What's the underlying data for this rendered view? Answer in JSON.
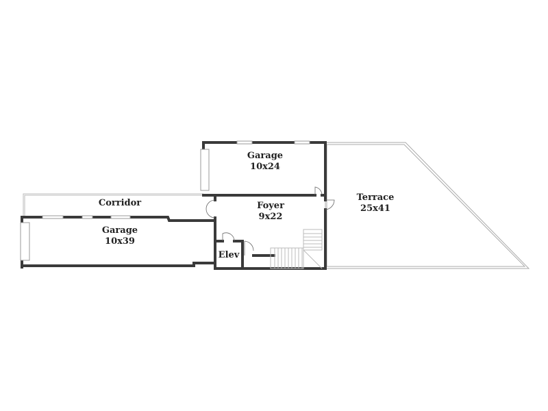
{
  "title": "Floor plan",
  "rooms": [
    {
      "id": "garage-upper",
      "name": "Garage",
      "dims": "10x24"
    },
    {
      "id": "corridor",
      "name": "Corridor",
      "dims": ""
    },
    {
      "id": "garage-lower",
      "name": "Garage",
      "dims": "10x39"
    },
    {
      "id": "foyer",
      "name": "Foyer",
      "dims": "9x22"
    },
    {
      "id": "elevator",
      "name": "Elev",
      "dims": ""
    },
    {
      "id": "terrace",
      "name": "Terrace",
      "dims": "25x41"
    }
  ],
  "colors": {
    "wall": "#3a3a3a",
    "outline": "#bbbbbb",
    "text": "#222222"
  }
}
